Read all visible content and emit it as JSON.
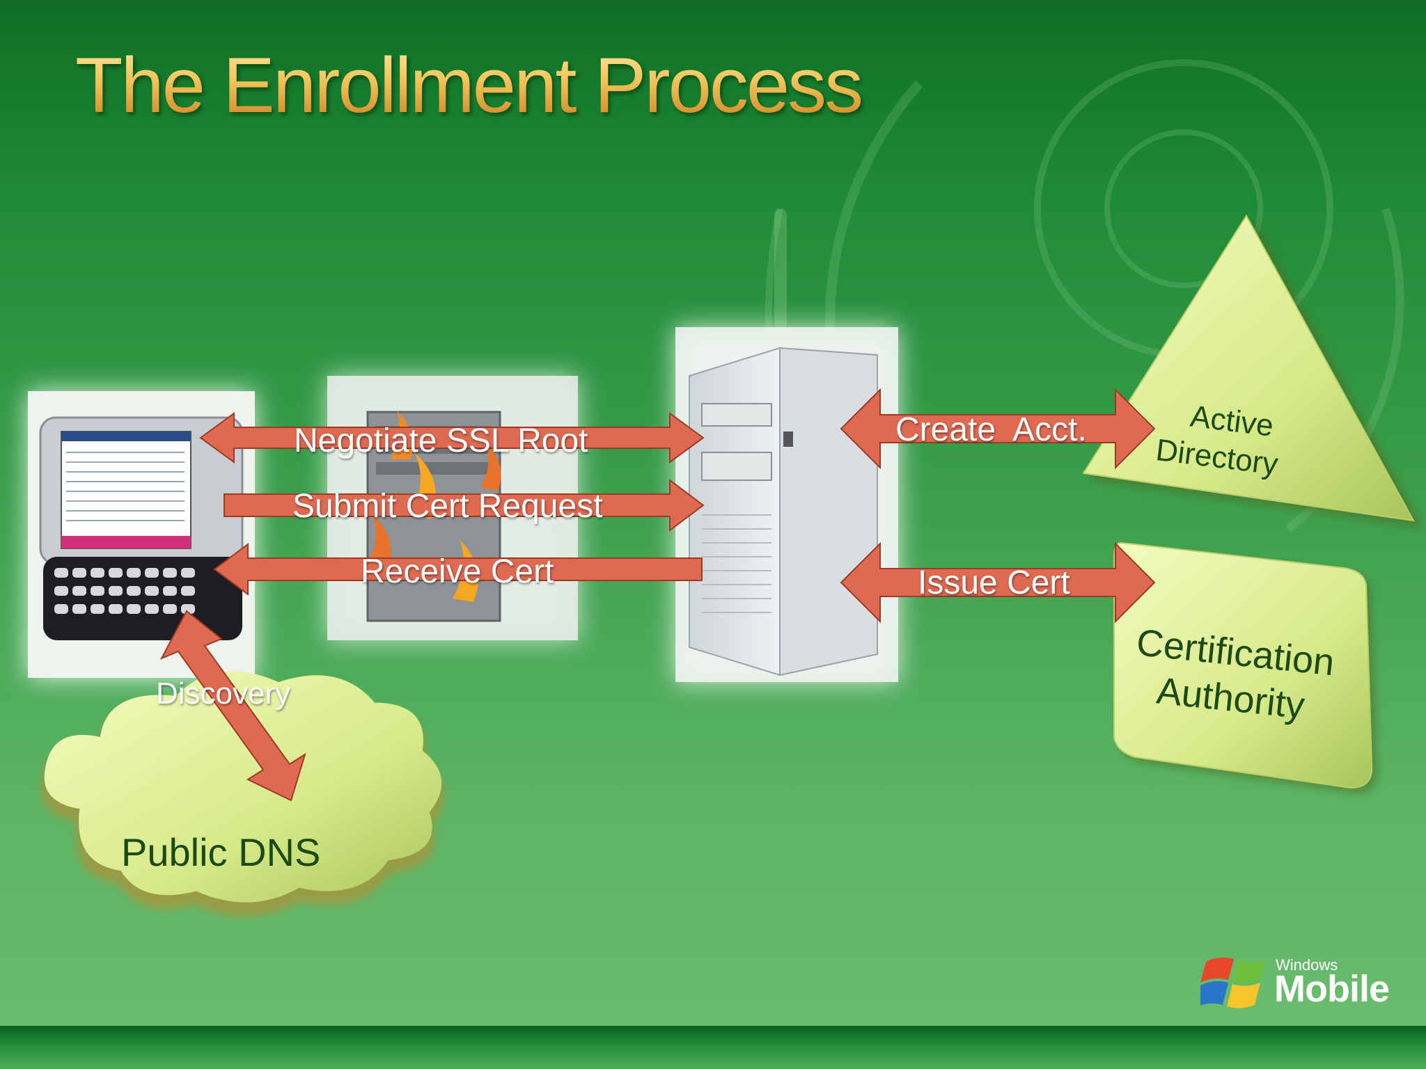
{
  "title": "The Enrollment Process",
  "nodes": {
    "public_dns": "Public DNS",
    "active_directory_line1": "Active",
    "active_directory_line2": "Directory",
    "certification_authority_line1": "Certification",
    "certification_authority_line2": "Authority"
  },
  "edges": {
    "negotiate": "Negotiate SSL Root",
    "submit": "Submit Cert Request",
    "receive": "Receive Cert",
    "create": "Create  Acct.",
    "issue": "Issue Cert",
    "discovery": "Discovery"
  },
  "logo": {
    "windows": "Windows",
    "mobile": "Mobile"
  },
  "colors": {
    "background": "#3a9e4c",
    "arrow_fill": "#de6a52",
    "arrow_stroke": "#9c3a26",
    "node_fill": "#e4f29a",
    "title_gold": "#f2c45a"
  }
}
